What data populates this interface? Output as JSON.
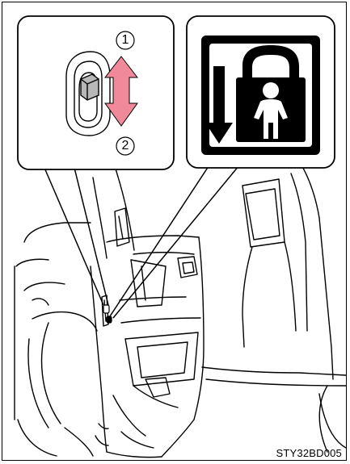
{
  "figure": {
    "code": "STY32BD005"
  },
  "callouts": {
    "lock_switch": {
      "step_up": "1",
      "step_down": "2"
    },
    "child_lock_symbol": {
      "icon": "child-lock-icon"
    }
  },
  "colors": {
    "arrow": "#f08a9b",
    "ink": "#000000",
    "switch_knob": "#b8b8b8",
    "fill_light": "#e2e2e2"
  }
}
